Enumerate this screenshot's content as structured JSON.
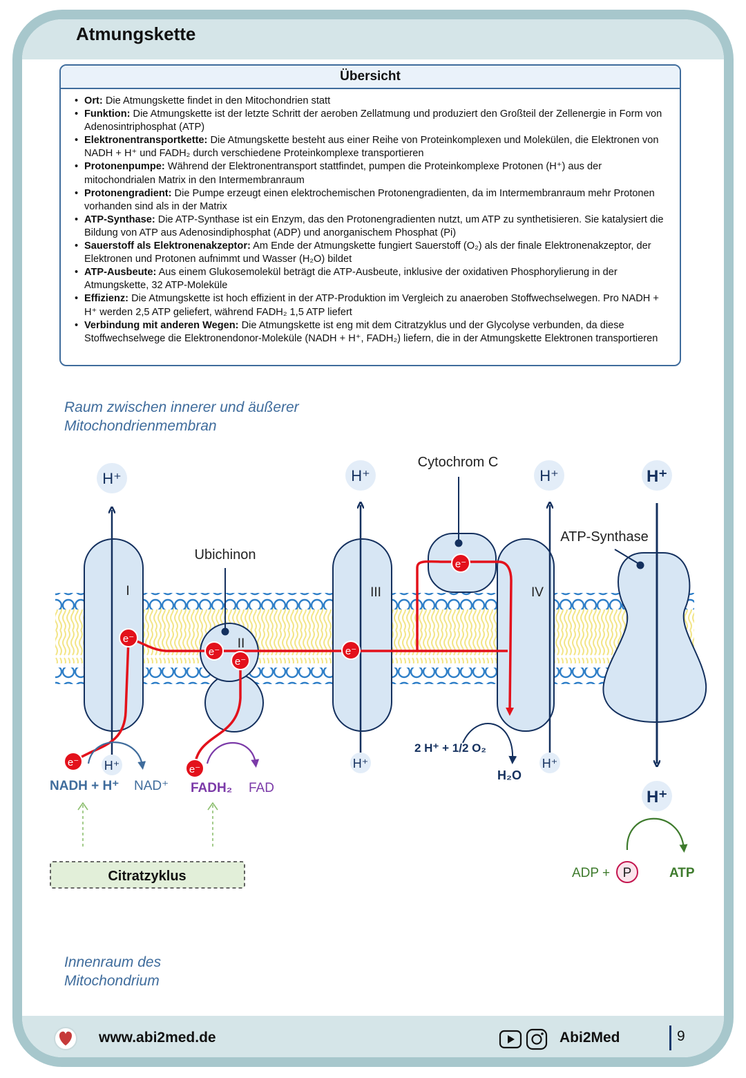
{
  "page": {
    "title": "Atmungskette",
    "page_number": "9"
  },
  "overview": {
    "heading": "Übersicht",
    "items": [
      {
        "term": "Ort:",
        "text": " Die Atmungskette findet in den Mitochondrien statt"
      },
      {
        "term": "Funktion:",
        "text": " Die Atmungskette ist der letzte Schritt der aeroben Zellatmung und produziert den Großteil der Zellenergie in Form von Adenosintriphosphat (ATP)"
      },
      {
        "term": "Elektronentransportkette:",
        "text": " Die Atmungskette besteht aus einer Reihe von Proteinkomplexen und Molekülen, die Elektronen von NADH + H⁺ und FADH₂ durch verschiedene Proteinkomplexe transportieren"
      },
      {
        "term": "Protonenpumpe:",
        "text": " Während der Elektronentransport stattfindet, pumpen die Proteinkomplexe Protonen (H⁺) aus der mitochondrialen Matrix in den Intermembranraum"
      },
      {
        "term": "Protonengradient:",
        "text": " Die Pumpe erzeugt einen elektrochemischen Protonengradienten, da im Intermembranraum mehr Protonen vorhanden sind als in der Matrix"
      },
      {
        "term": "ATP-Synthase:",
        "text": " Die ATP-Synthase ist ein Enzym, das den Protonengradienten nutzt, um ATP zu synthetisieren. Sie katalysiert die Bildung von ATP aus Adenosindiphosphat (ADP) und anorganischem Phosphat (Pi)"
      },
      {
        "term": "Sauerstoff als Elektronenakzeptor:",
        "text": " Am Ende der Atmungskette fungiert Sauerstoff (O₂) als der finale Elektronenakzeptor, der Elektronen und Protonen aufnimmt und Wasser (H₂O) bildet"
      },
      {
        "term": "ATP-Ausbeute:",
        "text": " Aus einem Glukosemolekül beträgt die ATP-Ausbeute, inklusive der oxidativen Phosphorylierung in der Atmungskette, 32 ATP-Moleküle"
      },
      {
        "term": "Effizienz:",
        "text": " Die Atmungskette ist hoch effizient in der ATP-Produktion im Vergleich zu anaeroben Stoffwechselwegen. Pro NADH + H⁺ werden 2,5 ATP geliefert, während FADH₂ 1,5 ATP liefert"
      },
      {
        "term": "Verbindung mit anderen Wegen:",
        "text": " Die Atmungskette ist eng mit dem Citratzyklus und der Glycolyse verbunden, da diese Stoffwechselwege die Elektronendonor-Moleküle (NADH + H⁺, FADH₂) liefern, die in der Atmungskette Elektronen transportieren"
      }
    ]
  },
  "diagram": {
    "intermembrane_label_1": "Raum zwischen innerer und äußerer",
    "intermembrane_label_2": "Mitochondrienmembran",
    "matrix_label_1": "Innenraum des",
    "matrix_label_2": "Mitochondrium",
    "complex_1": "I",
    "complex_2": "II",
    "complex_3": "III",
    "complex_4": "IV",
    "ubichinon": "Ubichinon",
    "cytochrom": "Cytochrom C",
    "atp_synthase": "ATP-Synthase",
    "proton": "H⁺",
    "electron": "e⁻",
    "nadh": "NADH + H⁺",
    "nad": "NAD⁺",
    "fadh2": "FADH₂",
    "fad": "FAD",
    "oxygen": "2 H⁺ + 1/2 O₂",
    "water": "H₂O",
    "citrate_cycle": "Citratzyklus",
    "adp": "ADP +",
    "phosphate": "P",
    "atp": "ATP"
  },
  "footer": {
    "url": "www.abi2med.de",
    "brand": "Abi2Med"
  },
  "colors": {
    "accent": "#3f6c9c",
    "navy": "#14305e",
    "electron_red": "#e3111b",
    "protein_fill": "#d7e6f4",
    "frame": "#a7c7cc",
    "fadh_purple": "#7b3aa8",
    "green": "#3e7b2d"
  }
}
